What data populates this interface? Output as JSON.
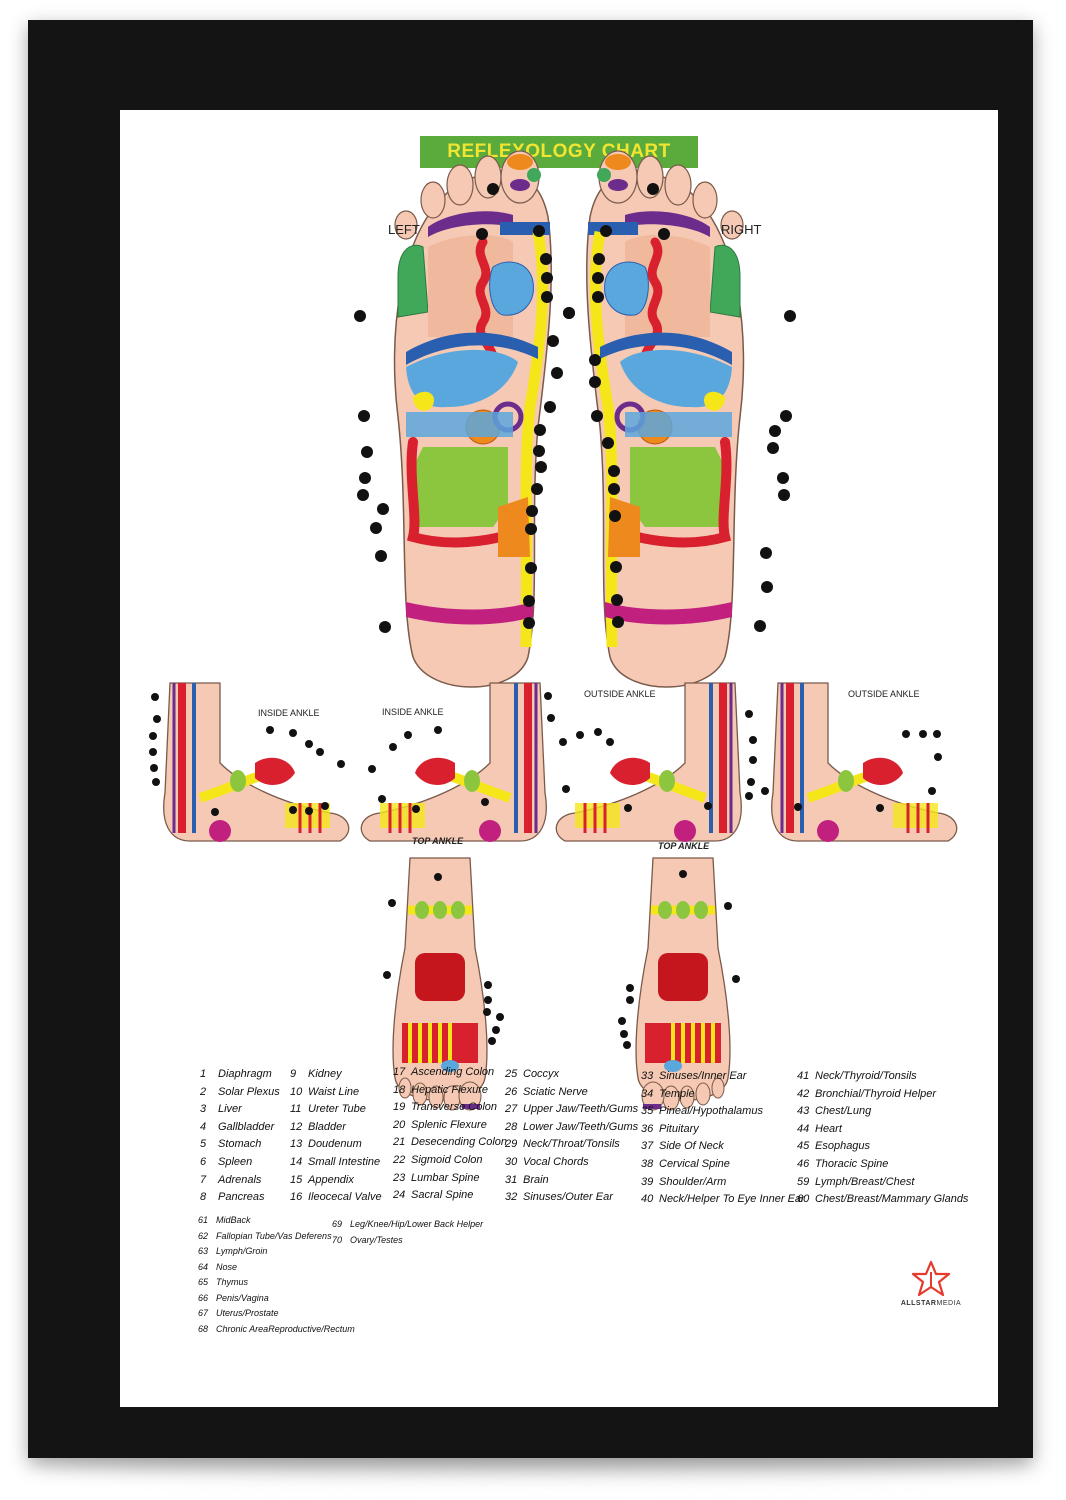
{
  "title": "REFLEXOLOGY CHART",
  "labels": {
    "left": "LEFT",
    "right": "RIGHT",
    "inside_ankle": "INSIDE ANKLE",
    "outside_ankle": "OUTSIDE ANKLE",
    "top_ankle": "TOP ANKLE"
  },
  "legend_columns": [
    [
      {
        "n": "1",
        "t": "Diaphragm"
      },
      {
        "n": "2",
        "t": "Solar Plexus"
      },
      {
        "n": "3",
        "t": "Liver"
      },
      {
        "n": "4",
        "t": "Gallbladder"
      },
      {
        "n": "5",
        "t": "Stomach"
      },
      {
        "n": "6",
        "t": "Spleen"
      },
      {
        "n": "7",
        "t": "Adrenals"
      },
      {
        "n": "8",
        "t": "Pancreas"
      }
    ],
    [
      {
        "n": "9",
        "t": "Kidney"
      },
      {
        "n": "10",
        "t": "Waist Line"
      },
      {
        "n": "11",
        "t": "Ureter Tube"
      },
      {
        "n": "12",
        "t": "Bladder"
      },
      {
        "n": "13",
        "t": "Doudenum"
      },
      {
        "n": "14",
        "t": "Small Intestine"
      },
      {
        "n": "15",
        "t": "Appendix"
      },
      {
        "n": "16",
        "t": "Ileocecal Valve"
      }
    ],
    [
      {
        "n": "17",
        "t": "Ascending Colon"
      },
      {
        "n": "18",
        "t": "Hepatic Flexure"
      },
      {
        "n": "19",
        "t": "Transverse Colon"
      },
      {
        "n": "20",
        "t": "Splenic Flexure"
      },
      {
        "n": "21",
        "t": "Desecending Colon"
      },
      {
        "n": "22",
        "t": "Sigmoid Colon"
      },
      {
        "n": "23",
        "t": "Lumbar Spine"
      },
      {
        "n": "24",
        "t": "Sacral Spine"
      }
    ],
    [
      {
        "n": "25",
        "t": "Coccyx"
      },
      {
        "n": "26",
        "t": "Sciatic Nerve"
      },
      {
        "n": "27",
        "t": "Upper Jaw/Teeth/Gums"
      },
      {
        "n": "28",
        "t": "Lower Jaw/Teeth/Gums"
      },
      {
        "n": "29",
        "t": "Neck/Throat/Tonsils"
      },
      {
        "n": "30",
        "t": "Vocal Chords"
      },
      {
        "n": "31",
        "t": "Brain"
      },
      {
        "n": "32",
        "t": "Sinuses/Outer Ear"
      }
    ],
    [
      {
        "n": "33",
        "t": "Sinuses/Inner Ear"
      },
      {
        "n": "34",
        "t": "Temple"
      },
      {
        "n": "35",
        "t": "Pineal/Hypothalamus"
      },
      {
        "n": "36",
        "t": "Pituitary"
      },
      {
        "n": "37",
        "t": "Side Of Neck"
      },
      {
        "n": "38",
        "t": "Cervical Spine"
      },
      {
        "n": "39",
        "t": "Shoulder/Arm"
      },
      {
        "n": "40",
        "t": "Neck/Helper To Eye  Inner Ear"
      }
    ],
    [
      {
        "n": "41",
        "t": "Neck/Thyroid/Tonsils"
      },
      {
        "n": "42",
        "t": "Bronchial/Thyroid Helper"
      },
      {
        "n": "43",
        "t": "Chest/Lung"
      },
      {
        "n": "44",
        "t": "Heart"
      },
      {
        "n": "45",
        "t": "Esophagus"
      },
      {
        "n": "46",
        "t": "Thoracic Spine"
      },
      {
        "n": "59",
        "t": "Lymph/Breast/Chest"
      },
      {
        "n": "60",
        "t": "Chest/Breast/Mammary Glands"
      }
    ]
  ],
  "legend_extra": [
    [
      {
        "n": "61",
        "t": "MidBack"
      },
      {
        "n": "62",
        "t": "Fallopian Tube/Vas Deferens"
      },
      {
        "n": "63",
        "t": "Lymph/Groin"
      },
      {
        "n": "64",
        "t": "Nose"
      },
      {
        "n": "65",
        "t": "Thymus"
      },
      {
        "n": "66",
        "t": "Penis/Vagina"
      },
      {
        "n": "67",
        "t": "Uterus/Prostate"
      },
      {
        "n": "68",
        "t": "Chronic AreaReproductive/Rectum"
      }
    ],
    [
      {
        "n": "69",
        "t": "Leg/Knee/Hip/Lower Back Helper"
      },
      {
        "n": "70",
        "t": "Ovary/Testes"
      }
    ]
  ],
  "logo": {
    "strong": "ALLSTAR",
    "light": "MEDIA"
  },
  "colors": {
    "skin": "#f5c9b4",
    "red": "#d8202e",
    "green": "#41a85a",
    "yellow": "#f4e619",
    "blue": "#5aa7dd",
    "orange": "#ee8a1d",
    "purple": "#6b2c8c",
    "magenta": "#c2207e",
    "lime": "#8cc63f",
    "banner": "#5aab3c",
    "banner_text": "#f2e531"
  }
}
